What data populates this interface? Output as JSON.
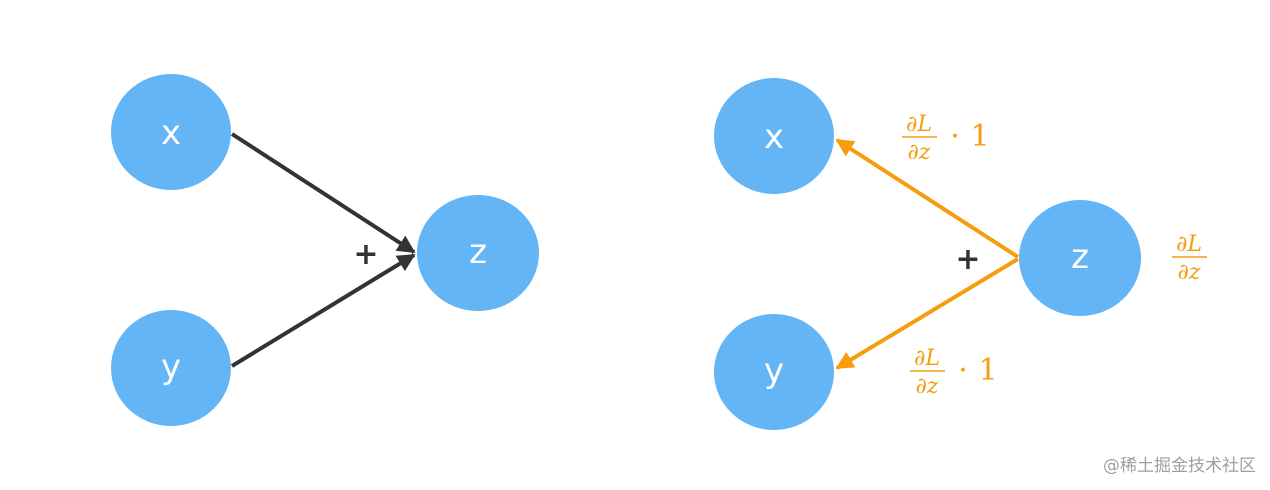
{
  "colors": {
    "node_fill": "#64b5f6",
    "forward_edge": "#333333",
    "backward_edge": "#f59c0f",
    "math_text": "#f59c0f",
    "operator_text": "#333333"
  },
  "forward": {
    "nodes": {
      "x": "x",
      "y": "y",
      "z": "z"
    },
    "operator": "+"
  },
  "backward": {
    "nodes": {
      "x": "x",
      "y": "y",
      "z": "z"
    },
    "operator": "+",
    "grad_upstream": {
      "numerator": "∂L",
      "denominator": "∂z"
    },
    "grad_to_x": {
      "numerator": "∂L",
      "denominator": "∂z",
      "factor": "1",
      "dot": "·"
    },
    "grad_to_y": {
      "numerator": "∂L",
      "denominator": "∂z",
      "factor": "1",
      "dot": "·"
    }
  },
  "watermark": "@稀土掘金技术社区"
}
